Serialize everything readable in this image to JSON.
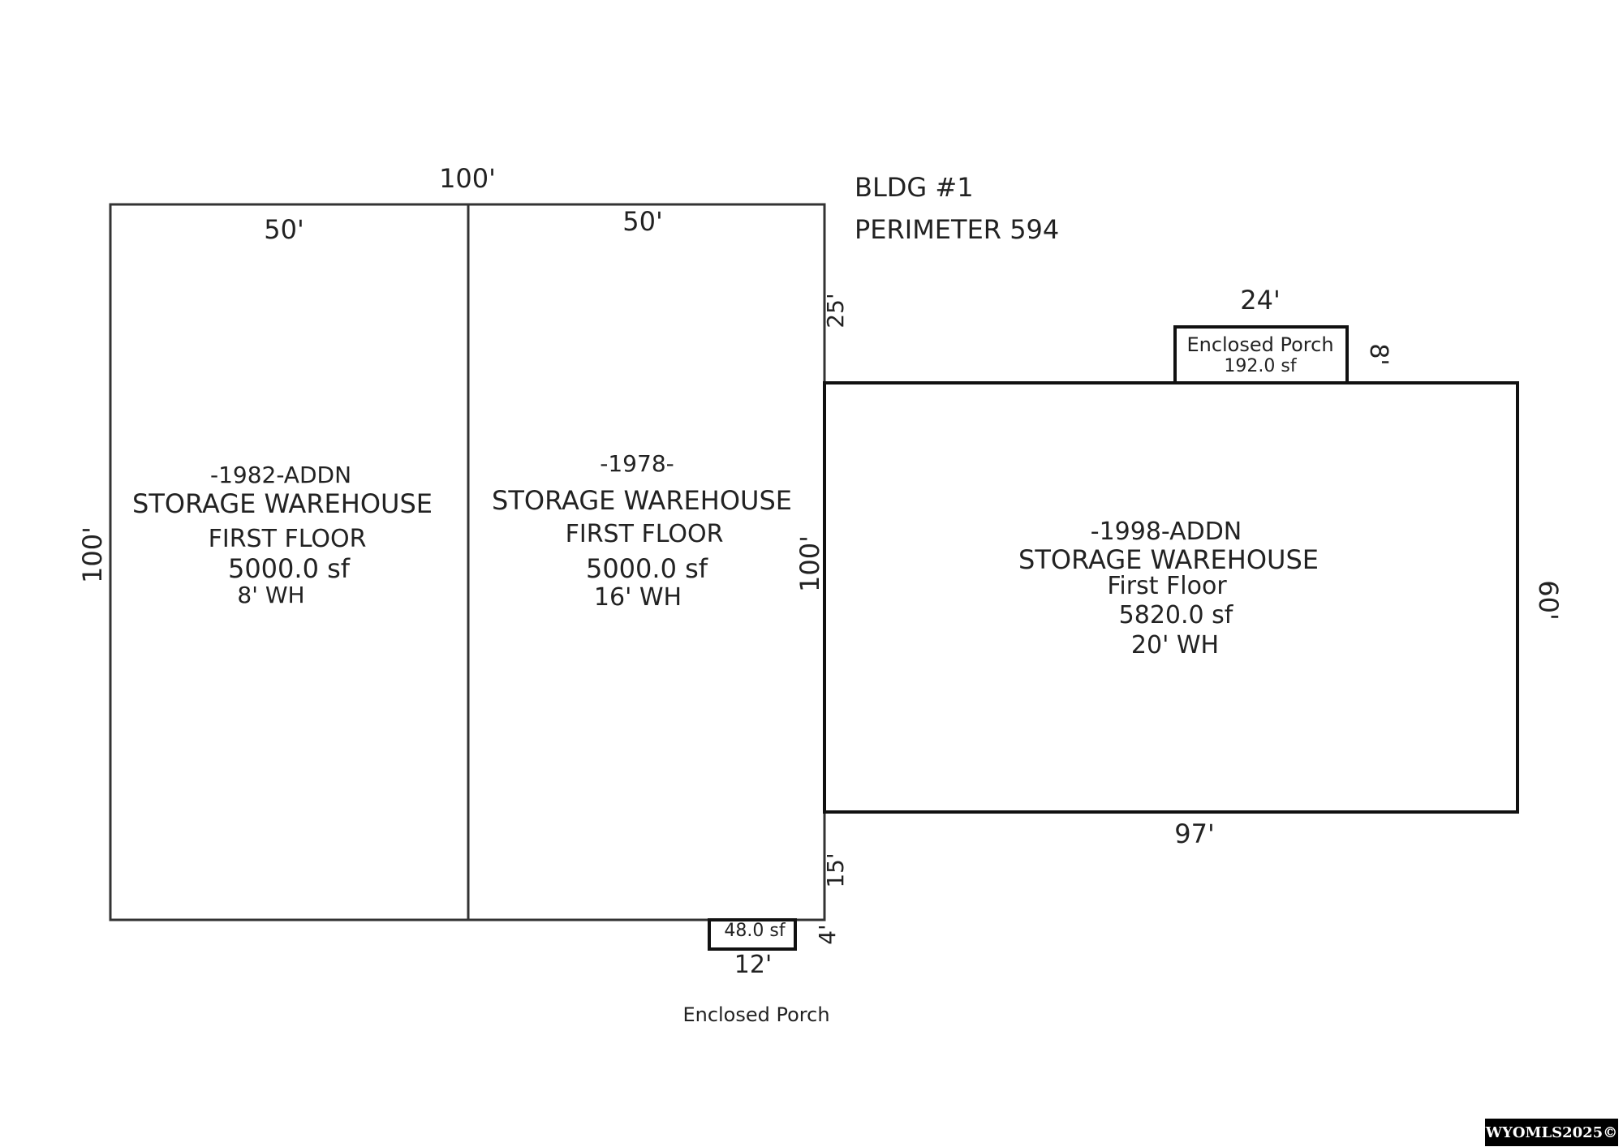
{
  "building": {
    "title": "BLDG #1",
    "perimeter": "PERIMETER 594"
  },
  "sections": {
    "addn_1982": {
      "year": "-1982-ADDN",
      "use": "STORAGE WAREHOUSE",
      "floor": "FIRST FLOOR",
      "area": "5000.0 sf",
      "wall_height": "8' WH"
    },
    "main_1978": {
      "year": "-1978-",
      "use": "STORAGE WAREHOUSE",
      "floor": "FIRST FLOOR",
      "area": "5000.0 sf",
      "wall_height": "16' WH"
    },
    "addn_1998": {
      "year": "-1998-ADDN",
      "use": "STORAGE WAREHOUSE",
      "floor": "First Floor",
      "area": "5820.0 sf",
      "wall_height": "20' WH"
    },
    "porch_top": {
      "name": "Enclosed Porch",
      "area": "192.0 sf"
    },
    "porch_bottom": {
      "name": "Enclosed Porch",
      "area": "48.0 sf"
    }
  },
  "dimensions": {
    "total_width": "100'",
    "left_width": "50'",
    "middle_width": "50'",
    "left_depth": "100'",
    "middle_depth": "100'",
    "offset_top": "25'",
    "offset_bottom": "15'",
    "porch_top_width": "24'",
    "porch_top_depth": "8'",
    "addn_depth": "60'",
    "addn_width": "97'",
    "porch_bottom_width": "12'",
    "porch_bottom_depth": "4'"
  },
  "watermark": "WYOMLS2025©"
}
